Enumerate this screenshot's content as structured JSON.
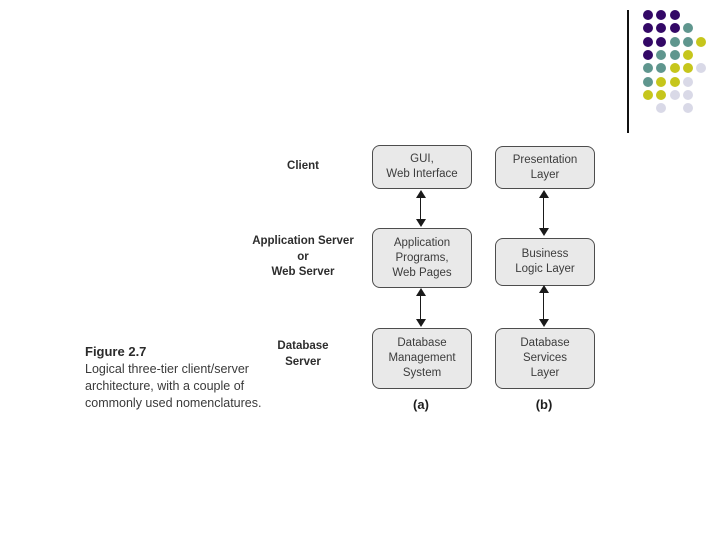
{
  "caption": {
    "title": "Figure 2.7",
    "body": "Logical three-tier client/server\narchitecture, with a couple of\ncommonly used nomenclatures."
  },
  "diagram": {
    "tiers": [
      "Client",
      "Application Server\nor\nWeb Server",
      "Database\nServer"
    ],
    "columns": [
      {
        "label": "(a)",
        "boxes": [
          "GUI,\nWeb Interface",
          "Application\nPrograms,\nWeb Pages",
          "Database\nManagement\nSystem"
        ]
      },
      {
        "label": "(b)",
        "boxes": [
          "Presentation\nLayer",
          "Business\nLogic Layer",
          "Database\nServices\nLayer"
        ]
      }
    ],
    "box_fill_color": "#e9e9e9",
    "box_border_color": "#4d4d4d",
    "arrow_color": "#1a1a1a"
  },
  "decoration": {
    "rule_color": "#111111",
    "palette": {
      "purple": "#330866",
      "teal": "#5f968e",
      "yellow": "#c6c61c",
      "lavender": "#d9d9e7"
    },
    "dots": [
      [
        1,
        1,
        "purple"
      ],
      [
        1,
        2,
        "purple"
      ],
      [
        1,
        3,
        "purple"
      ],
      [
        2,
        1,
        "purple"
      ],
      [
        2,
        2,
        "purple"
      ],
      [
        2,
        3,
        "purple"
      ],
      [
        2,
        4,
        "teal"
      ],
      [
        3,
        1,
        "purple"
      ],
      [
        3,
        2,
        "purple"
      ],
      [
        3,
        3,
        "teal"
      ],
      [
        3,
        4,
        "teal"
      ],
      [
        3,
        5,
        "yellow"
      ],
      [
        4,
        1,
        "purple"
      ],
      [
        4,
        2,
        "teal"
      ],
      [
        4,
        3,
        "teal"
      ],
      [
        4,
        4,
        "yellow"
      ],
      [
        5,
        1,
        "teal"
      ],
      [
        5,
        2,
        "teal"
      ],
      [
        5,
        3,
        "yellow"
      ],
      [
        5,
        4,
        "yellow"
      ],
      [
        5,
        5,
        "lavender"
      ],
      [
        6,
        1,
        "teal"
      ],
      [
        6,
        2,
        "yellow"
      ],
      [
        6,
        3,
        "yellow"
      ],
      [
        6,
        4,
        "lavender"
      ],
      [
        7,
        1,
        "yellow"
      ],
      [
        7,
        2,
        "yellow"
      ],
      [
        7,
        3,
        "lavender"
      ],
      [
        7,
        4,
        "lavender"
      ],
      [
        8,
        2,
        "lavender"
      ],
      [
        8,
        4,
        "lavender"
      ]
    ]
  }
}
